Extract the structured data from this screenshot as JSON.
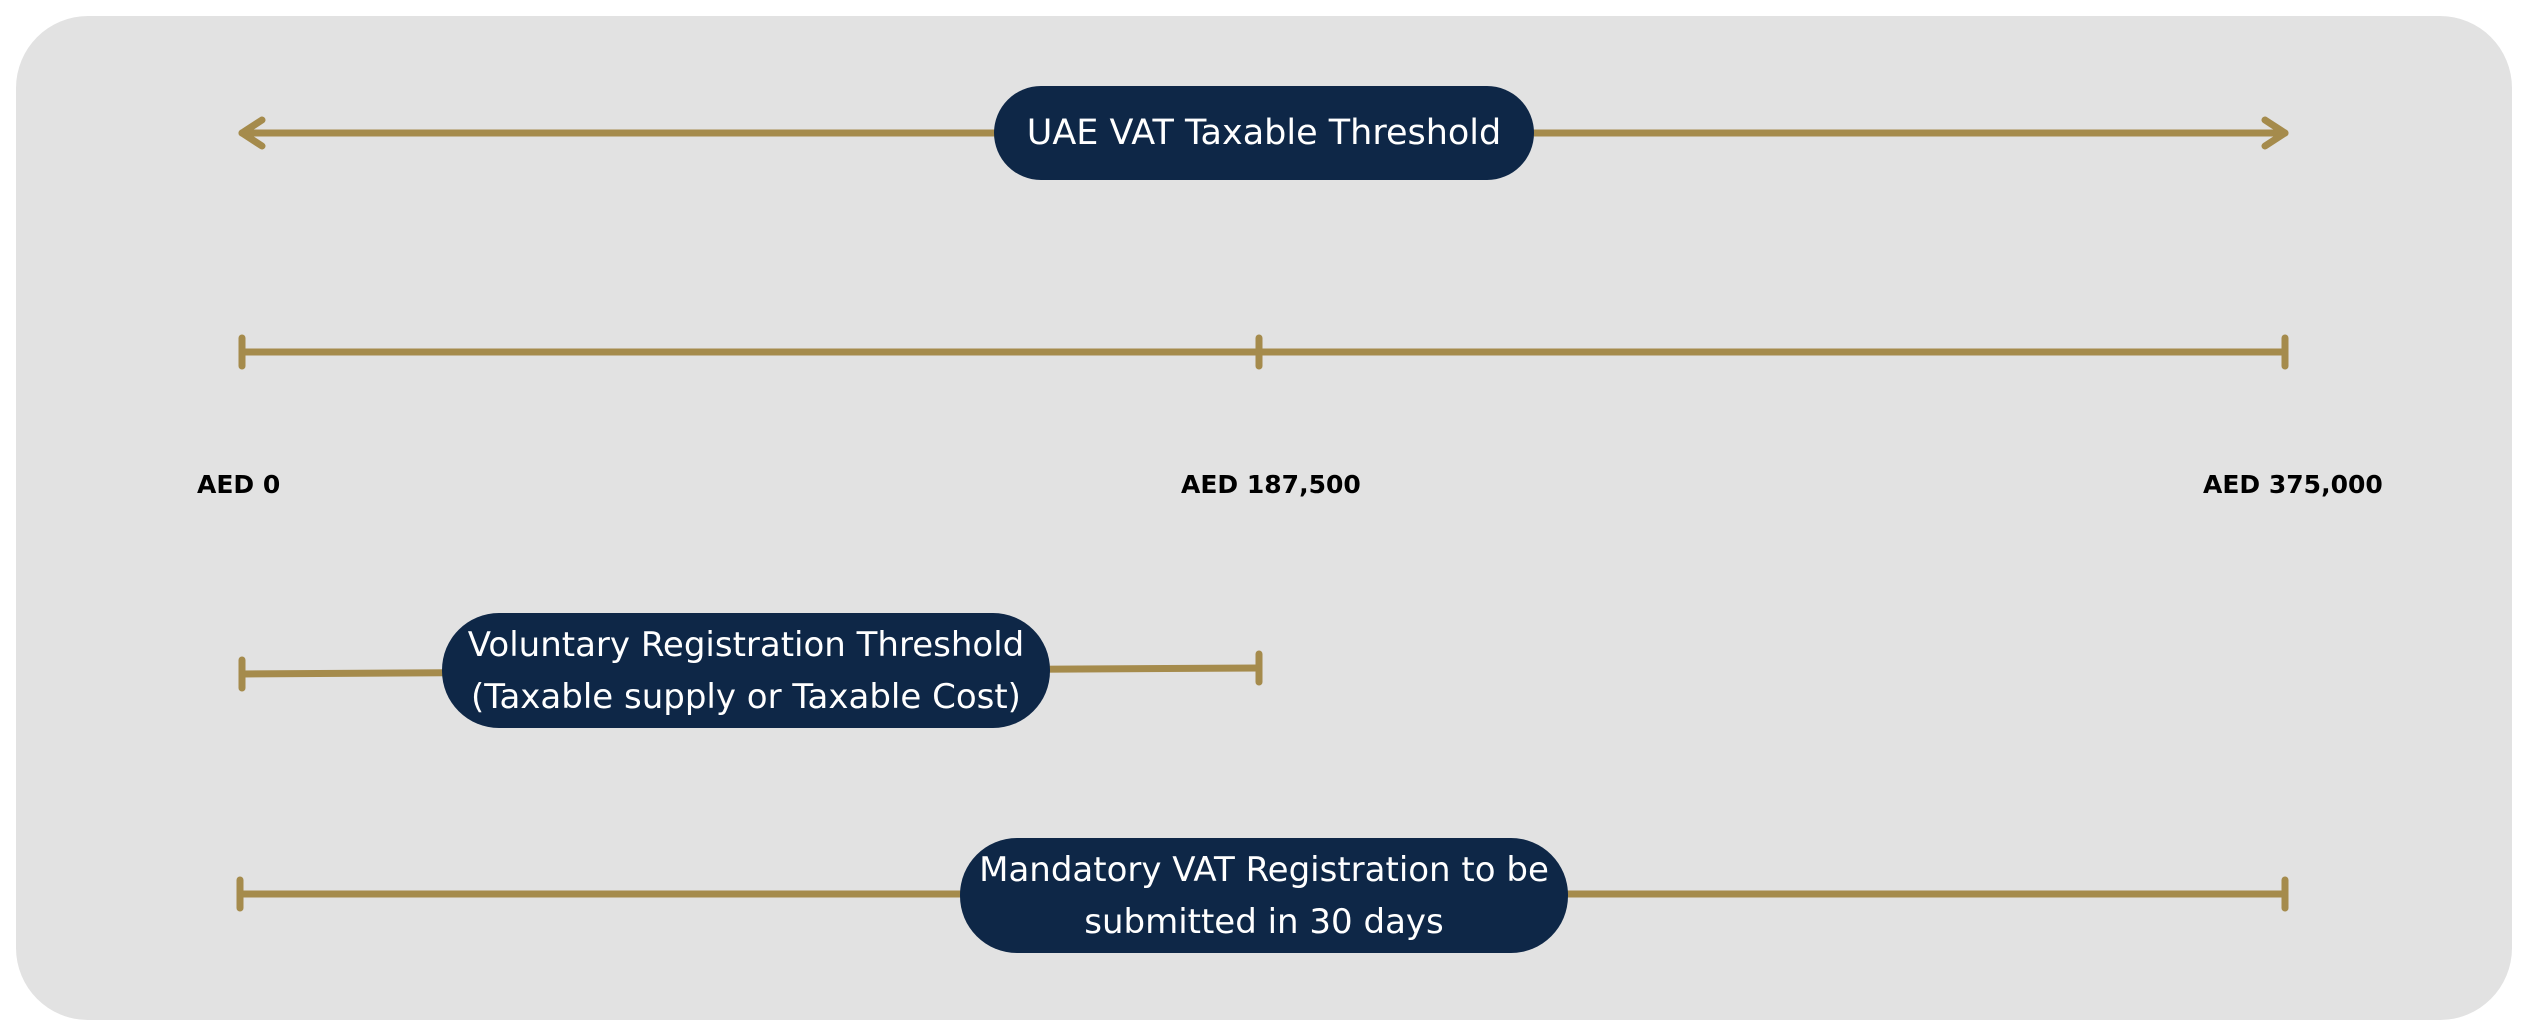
{
  "diagram": {
    "header_label": "UAE VAT Taxable Threshold",
    "scale": {
      "min_label": "AED 0",
      "mid_label": "AED 187,500",
      "max_label": "AED 375,000"
    },
    "voluntary": {
      "line1": "Voluntary Registration Threshold",
      "line2": "(Taxable supply or Taxable Cost)"
    },
    "mandatory": {
      "line1": "Mandatory VAT Registration to be",
      "line2": "submitted in 30 days"
    },
    "colors": {
      "background": "#e2e2e2",
      "line": "#a58b4c",
      "pill": "#0e2747",
      "pill_text": "#ffffff",
      "label_text": "#000000"
    }
  }
}
